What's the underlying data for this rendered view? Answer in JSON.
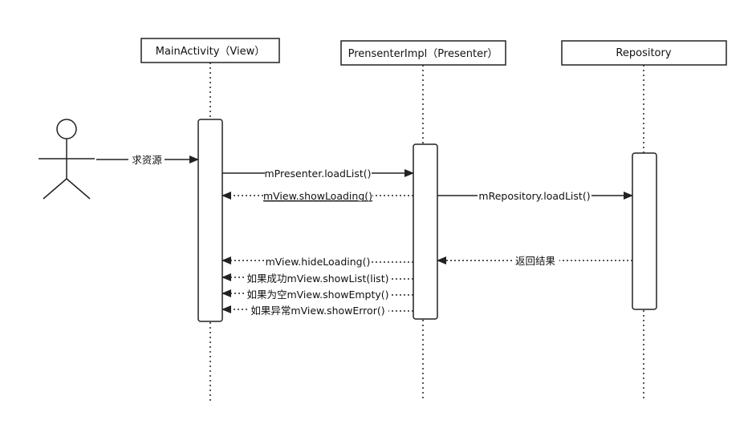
{
  "participants": [
    {
      "id": "main",
      "label": "MainActivity（View）"
    },
    {
      "id": "presenter",
      "label": "PrensenterImpl（Presenter）"
    },
    {
      "id": "repo",
      "label": "Repository"
    }
  ],
  "messages": [
    {
      "id": "request",
      "label": "求资源"
    },
    {
      "id": "load-list",
      "label": "mPresenter.loadList()"
    },
    {
      "id": "show-loading",
      "label": "mView.showLoading()"
    },
    {
      "id": "repo-load",
      "label": "mRepository.loadList()"
    },
    {
      "id": "hide-loading",
      "label": "mView.hideLoading()"
    },
    {
      "id": "result",
      "label": "返回结果"
    },
    {
      "id": "show-list",
      "label": "如果成功mView.showList(list)"
    },
    {
      "id": "show-empty",
      "label": "如果为空mView.showEmpty()"
    },
    {
      "id": "show-error",
      "label": "如果异常mView.showError()"
    }
  ]
}
